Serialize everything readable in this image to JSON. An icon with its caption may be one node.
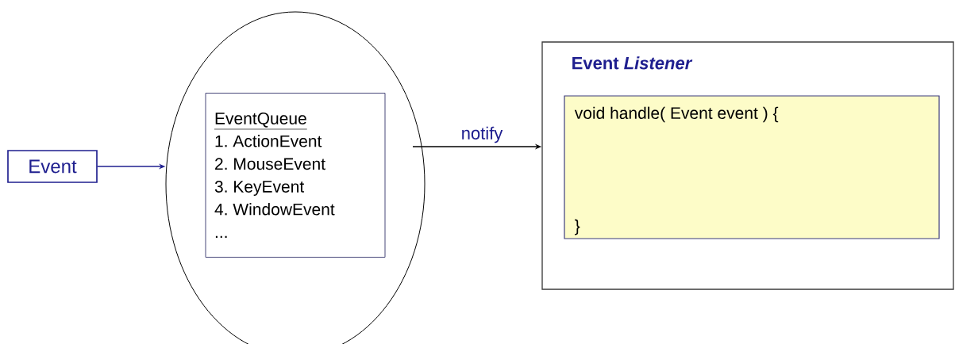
{
  "diagram": {
    "nodes": [
      {
        "text": [
          "Event"
        ]
      },
      {
        "text": [],
        "shape": "ellipse"
      },
      {
        "text": [
          "EventQueue",
          "1. ActionEvent",
          "2. MouseEvent",
          "3. KeyEvent",
          "4. WindowEvent",
          "..."
        ],
        "in": 1
      },
      {
        "text": [
          "Event *Listener*"
        ]
      },
      {
        "text": [
          "void handle( Event event )  {",
          "}"
        ],
        "in": 3
      }
    ],
    "edges": [
      {
        "from": 0,
        "to": 1,
        "arrow": "to",
        "color": "#1f1f8f"
      },
      {
        "from": 1,
        "to": 3,
        "arrow": "to",
        "label": "notify",
        "color": "#000000"
      }
    ]
  }
}
